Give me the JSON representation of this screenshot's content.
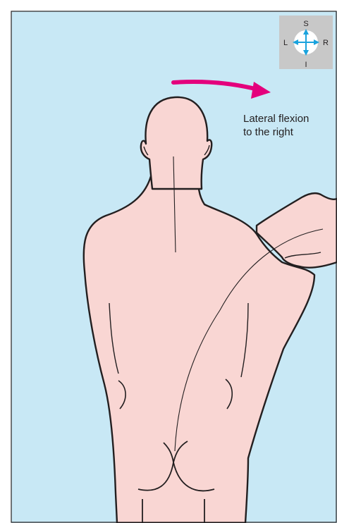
{
  "caption": {
    "line1": "Lateral flexion",
    "line2": "to the right"
  },
  "compass": {
    "superior": "S",
    "inferior": "I",
    "left": "L",
    "right": "R"
  },
  "colors": {
    "background": "#c8e8f5",
    "skin": "#f9d6d3",
    "outline": "#231f20",
    "arrow": "#e4007c",
    "compass_arrows": "#1aa3dd",
    "compass_box": "#c8c8c8"
  }
}
